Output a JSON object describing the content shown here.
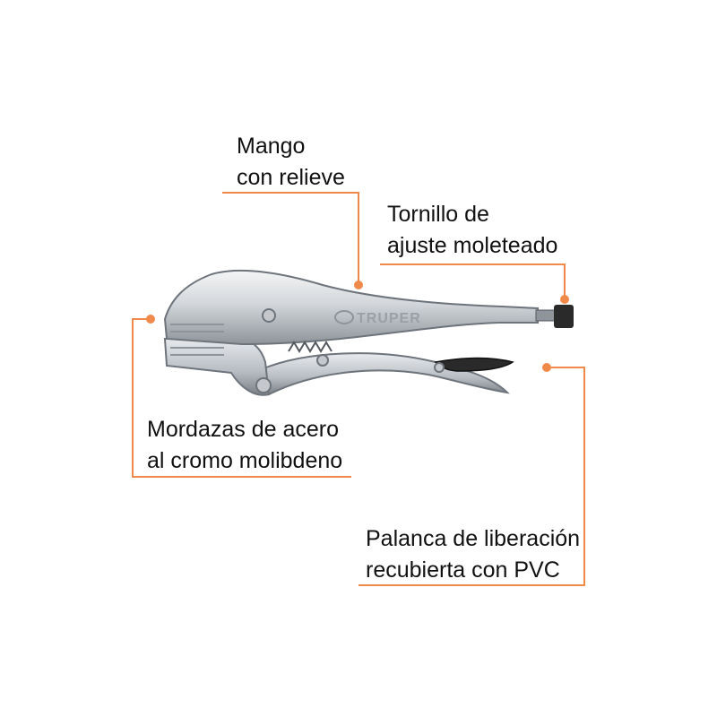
{
  "colors": {
    "leader": "#f08a4b",
    "steel_light": "#eef0f2",
    "steel_mid": "#b9bec4",
    "steel_dark": "#6e747b",
    "grip": "#2a2a2a",
    "text": "#111111"
  },
  "brand": {
    "logo_text": "TRUPER"
  },
  "callouts": {
    "handle": {
      "line1": "Mango",
      "line2": "con relieve"
    },
    "screw": {
      "line1": "Tornillo de",
      "line2": "ajuste moleteado"
    },
    "jaws": {
      "line1": "Mordazas de acero",
      "line2": "al cromo molibdeno"
    },
    "release": {
      "line1": "Palanca de liberación",
      "line2": "recubierta con PVC"
    }
  }
}
